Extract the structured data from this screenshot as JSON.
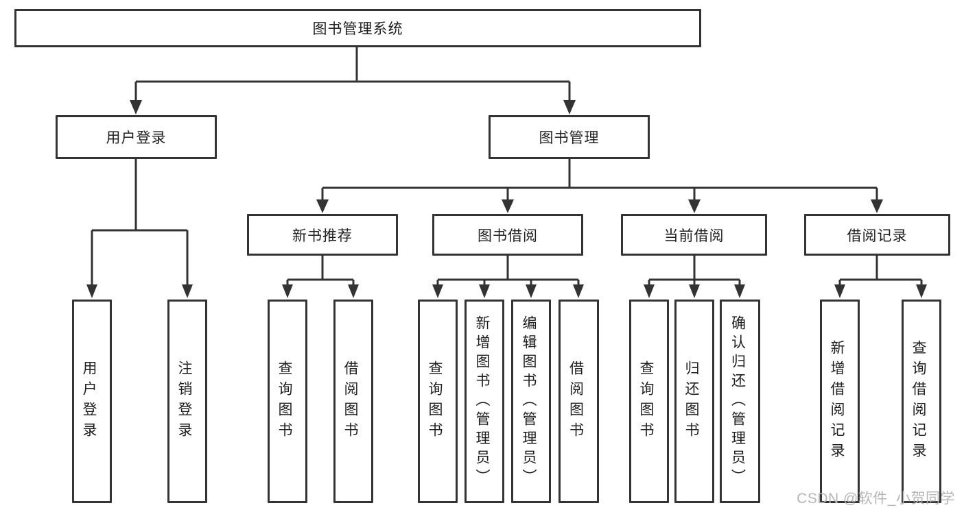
{
  "diagram": {
    "type": "hierarchy-tree",
    "root": {
      "label": "图书管理系统",
      "children": [
        {
          "label": "用户登录",
          "children": [
            {
              "label": "用户登录"
            },
            {
              "label": "注销登录"
            }
          ]
        },
        {
          "label": "图书管理",
          "children": [
            {
              "label": "新书推荐",
              "children": [
                {
                  "label": "查询图书"
                },
                {
                  "label": "借阅图书"
                }
              ]
            },
            {
              "label": "图书借阅",
              "children": [
                {
                  "label": "查询图书"
                },
                {
                  "label": "新增图书（管理员）"
                },
                {
                  "label": "编辑图书（管理员）"
                },
                {
                  "label": "借阅图书"
                }
              ]
            },
            {
              "label": "当前借阅",
              "children": [
                {
                  "label": "查询图书"
                },
                {
                  "label": "归还图书"
                },
                {
                  "label": "确认归还（管理员）"
                }
              ]
            },
            {
              "label": "借阅记录",
              "children": [
                {
                  "label": "新增借阅记录"
                },
                {
                  "label": "查询借阅记录"
                }
              ]
            }
          ]
        }
      ]
    },
    "colors": {
      "line": "#333333",
      "box_border": "#333333",
      "text": "#1e1e1e",
      "background": "#ffffff",
      "watermark": "#b5b5b5"
    }
  },
  "watermark": {
    "text": "CSDN @软件_小贺同学"
  }
}
